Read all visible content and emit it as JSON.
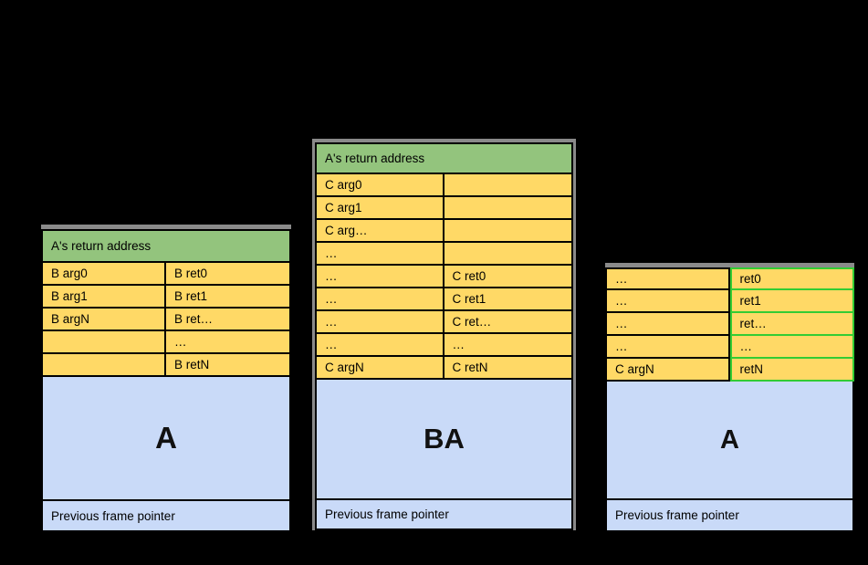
{
  "colors": {
    "background": "#000000",
    "header_green": "#93c47d",
    "cell_yellow": "#ffd966",
    "body_blue": "#c9daf8",
    "highlight_green_border": "#33cc33",
    "frame_gray": "#8a8a8a",
    "border_black": "#000000"
  },
  "diagrams": [
    {
      "header": "A's return address",
      "rows": [
        {
          "left": "B arg0",
          "right": "B ret0"
        },
        {
          "left": "B arg1",
          "right": "B ret1"
        },
        {
          "left": "B argN",
          "right": "B ret…"
        },
        {
          "left": "",
          "right": "…"
        },
        {
          "left": "",
          "right": "B retN"
        }
      ],
      "frame_label": "A",
      "footer": "Previous frame pointer"
    },
    {
      "header": "A's return address",
      "rows": [
        {
          "left": "C arg0",
          "right": ""
        },
        {
          "left": "C arg1",
          "right": ""
        },
        {
          "left": "C arg…",
          "right": ""
        },
        {
          "left": "…",
          "right": ""
        },
        {
          "left": "…",
          "right": "C ret0"
        },
        {
          "left": "…",
          "right": "C ret1"
        },
        {
          "left": "…",
          "right": "C ret…"
        },
        {
          "left": "…",
          "right": "…"
        },
        {
          "left": "C argN",
          "right": "C retN"
        }
      ],
      "frame_label": "BA",
      "footer": "Previous frame pointer"
    },
    {
      "rows": [
        {
          "left": "…",
          "right": "ret0",
          "right_highlight": true
        },
        {
          "left": "…",
          "right": "ret1",
          "right_highlight": true
        },
        {
          "left": "…",
          "right": "ret…",
          "right_highlight": true
        },
        {
          "left": "…",
          "right": "…",
          "right_highlight": true
        },
        {
          "left": "C argN",
          "right": "retN",
          "right_highlight": true
        }
      ],
      "frame_label": "A",
      "footer": "Previous frame pointer"
    }
  ]
}
